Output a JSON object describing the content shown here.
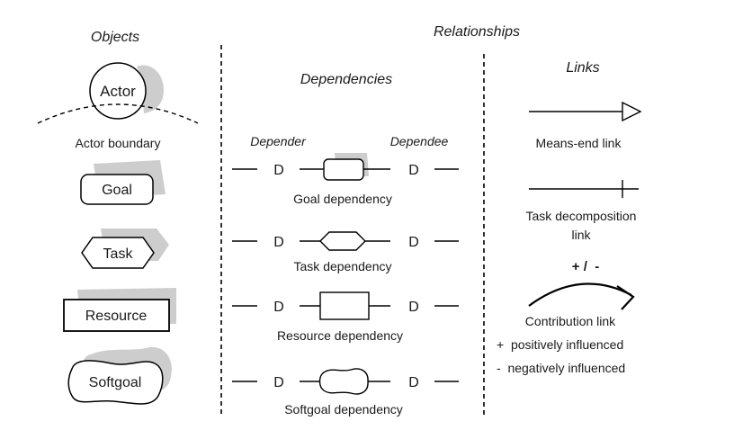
{
  "headers": {
    "objects": "Objects",
    "relationships": "Relationships",
    "dependencies": "Dependencies",
    "links": "Links"
  },
  "objects": {
    "actor": "Actor",
    "actor_boundary": "Actor boundary",
    "goal": "Goal",
    "task": "Task",
    "resource": "Resource",
    "softgoal": "Softgoal"
  },
  "dependencies": {
    "depender": "Depender",
    "dependee": "Dependee",
    "d": "D",
    "rows": [
      {
        "label": "Goal dependency",
        "shape": "goal"
      },
      {
        "label": "Task dependency",
        "shape": "task"
      },
      {
        "label": "Resource dependency",
        "shape": "resource"
      },
      {
        "label": "Softgoal dependency",
        "shape": "softgoal"
      }
    ]
  },
  "links": {
    "means_end": "Means-end link",
    "task_decomp_1": "Task decomposition",
    "task_decomp_2": "link",
    "contribution_signs": "+ /  -",
    "contribution": "Contribution link",
    "positive": "+  positively influenced",
    "negative": "-  negatively influenced"
  }
}
